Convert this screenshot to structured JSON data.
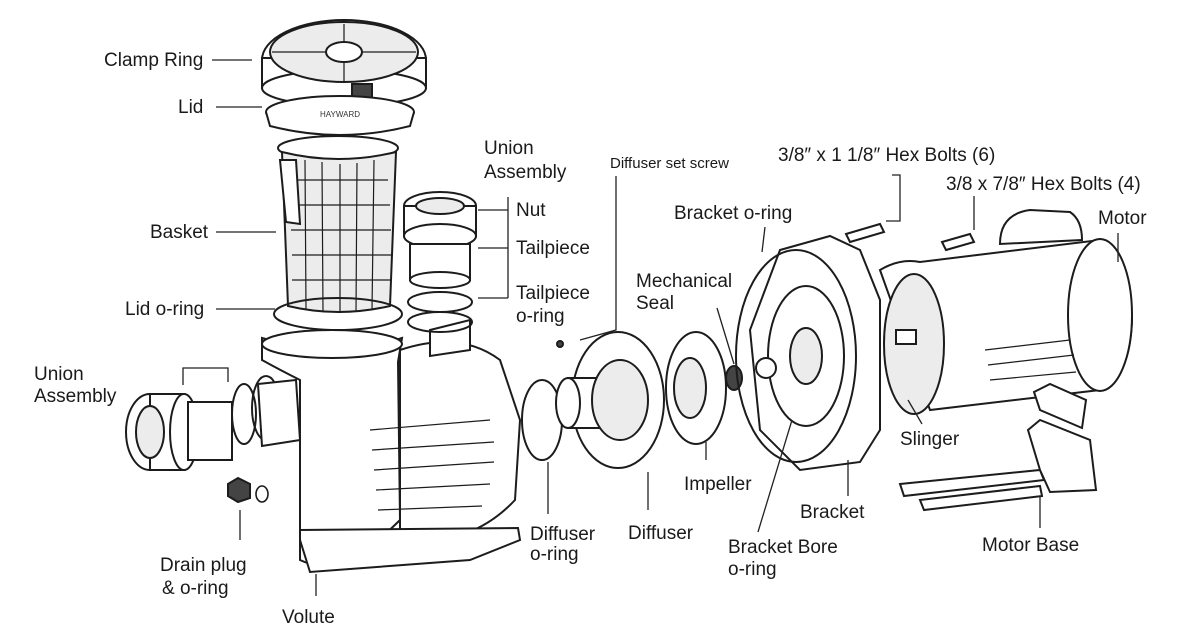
{
  "labels": {
    "clamp_ring": "Clamp Ring",
    "lid": "Lid",
    "basket": "Basket",
    "lid_oring": "Lid o-ring",
    "union_assembly_left_1": "Union",
    "union_assembly_left_2": "Assembly",
    "union_assembly_top_1": "Union",
    "union_assembly_top_2": "Assembly",
    "nut": "Nut",
    "tailpiece": "Tailpiece",
    "tailpiece_oring_1": "Tailpiece",
    "tailpiece_oring_2": "o-ring",
    "diffuser_set_screw": "Diffuser set screw",
    "hex_bolts_6": "3/8″ x 1 1/8″  Hex Bolts (6)",
    "hex_bolts_4": "3/8 x 7/8″  Hex Bolts (4)",
    "motor": "Motor",
    "bracket_oring": "Bracket o-ring",
    "mechanical_seal_1": "Mechanical",
    "mechanical_seal_2": "Seal",
    "slinger": "Slinger",
    "impeller": "Impeller",
    "bracket": "Bracket",
    "diffuser_oring_1": "Diffuser",
    "diffuser_oring_2": "o-ring",
    "diffuser": "Diffuser",
    "bracket_bore_oring_1": "Bracket Bore",
    "bracket_bore_oring_2": "o-ring",
    "motor_base": "Motor Base",
    "drain_plug_1": "Drain plug",
    "drain_plug_2": "& o-ring",
    "volute": "Volute"
  },
  "lid_lettering": "HAYWARD"
}
